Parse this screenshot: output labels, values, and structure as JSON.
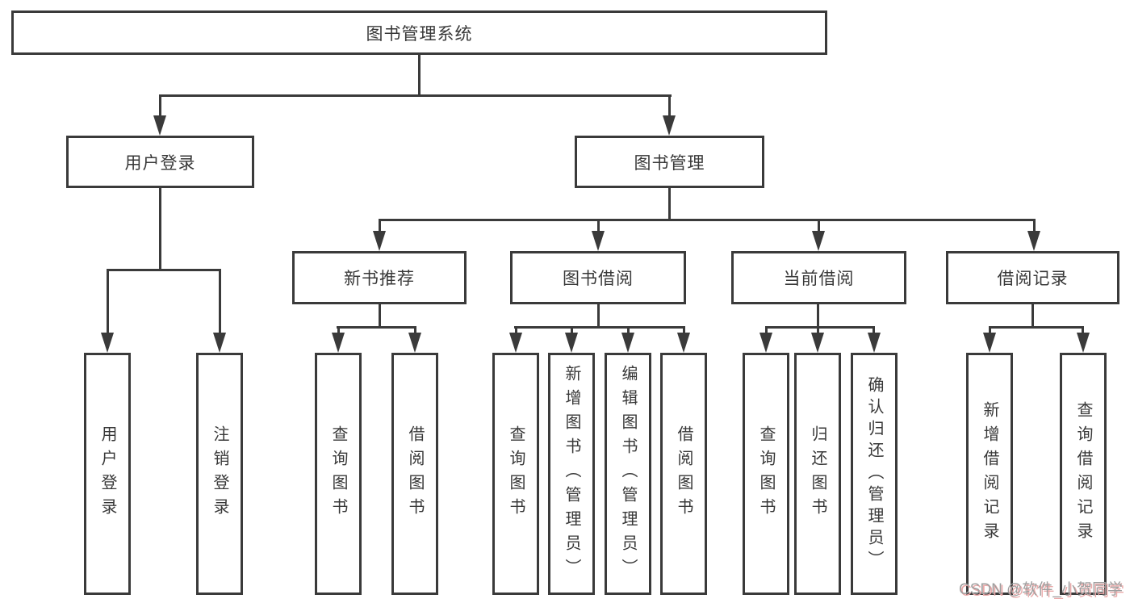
{
  "diagram": {
    "background": "#ffffff",
    "line_color": "#3a3a3a",
    "box_border_color": "#3a3a3a",
    "text_color": "#383838",
    "nodes": {
      "root": "图书管理系统",
      "user_login": "用户登录",
      "book_management": "图书管理",
      "new_book_recommend": "新书推荐",
      "book_borrow": "图书借阅",
      "current_borrow": "当前借阅",
      "borrow_record": "借阅记录"
    },
    "leaves": {
      "user_login": [
        "用户登录",
        "注销登录"
      ],
      "new_book_recommend": [
        "查询图书",
        "借阅图书"
      ],
      "book_borrow": [
        "查询图书",
        "新增图书（管理员）",
        "编辑图书（管理员）",
        "借阅图书"
      ],
      "current_borrow": [
        "查询图书",
        "归还图书",
        "确认归还（管理员）"
      ],
      "borrow_record": [
        "新增借阅记录",
        "查询借阅记录"
      ]
    }
  },
  "watermark": {
    "text": "CSDN @软件_小贺同学",
    "color": "#9f9f9f",
    "shadow_color": "#eaa9a9"
  }
}
